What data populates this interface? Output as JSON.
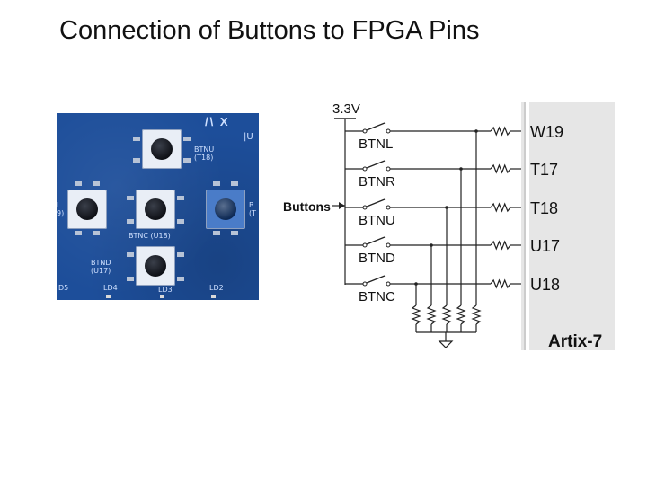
{
  "title": "Connection of Buttons to FPGA Pins",
  "pcb_photo": {
    "logo": "/\\ X",
    "silk": {
      "btnu": "BTNU\n(T18)",
      "btnc": "BTNC (U18)",
      "btnd": "BTND\n(U17)",
      "ld4": "LD4",
      "ld3": "LD3",
      "ld2": "LD2",
      "d5": "D5",
      "u_partial": "|U",
      "btn_left_partial": "L\n9)",
      "btn_right_partial": "B\n(T"
    }
  },
  "schematic": {
    "supply": "3.3V",
    "group_label": "Buttons",
    "chip_label": "Artix-7",
    "buttons": [
      "BTNL",
      "BTNR",
      "BTNU",
      "BTND",
      "BTNC"
    ],
    "pins": [
      "W19",
      "T17",
      "T18",
      "U17",
      "U18"
    ],
    "colors": {
      "chip_bg": "#e6e6e6",
      "wire": "#222222",
      "pcb_blue": "#1d4e9a"
    }
  }
}
